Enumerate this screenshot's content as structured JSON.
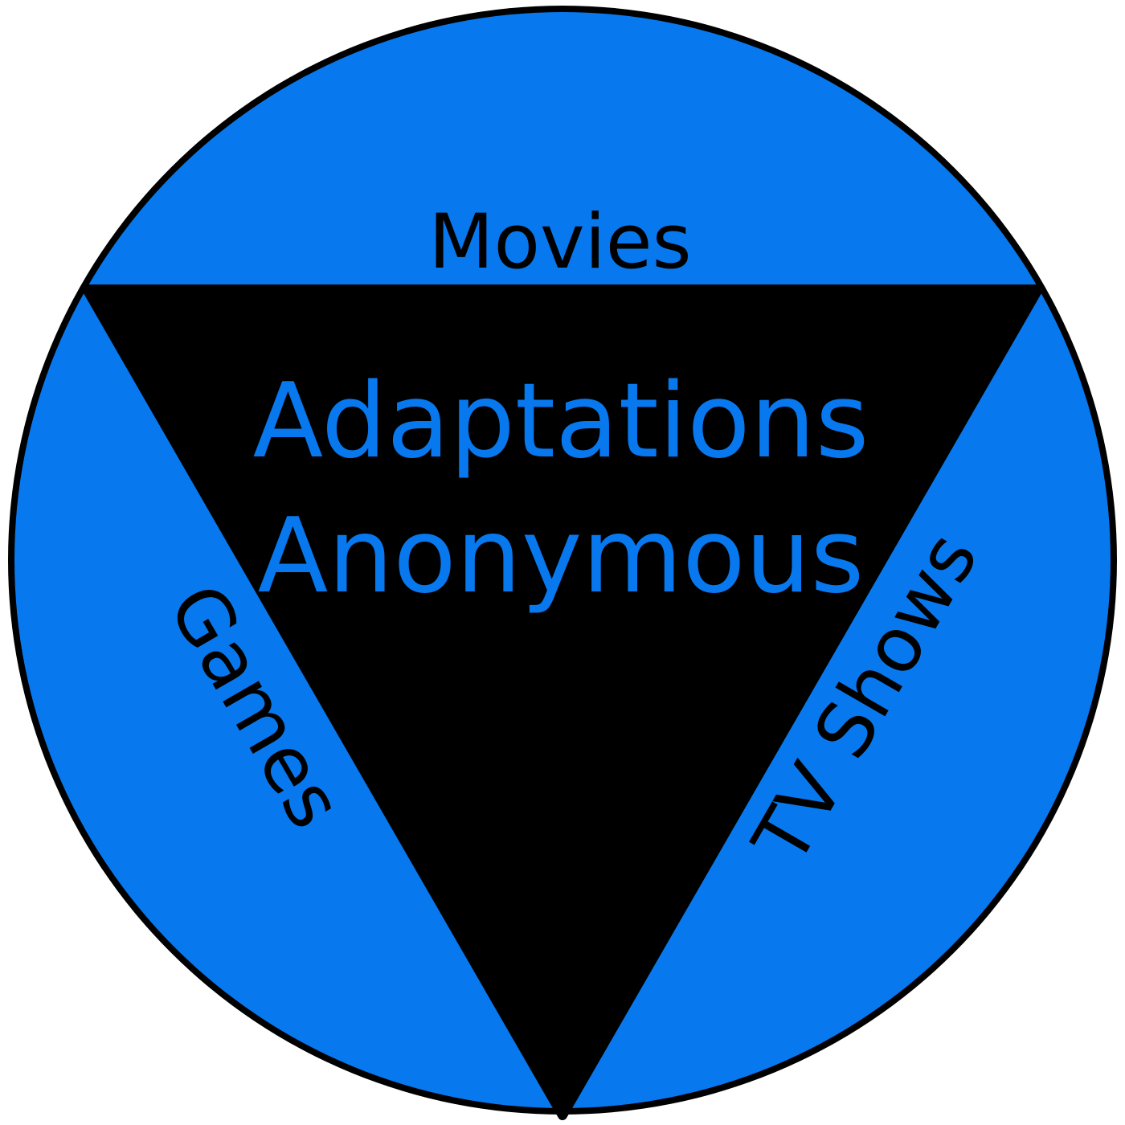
{
  "logo": {
    "title_line1": "Adaptations",
    "title_line2": "Anonymous",
    "segments": {
      "top": "Movies",
      "left": "Games",
      "right": "TV Shows"
    },
    "colors": {
      "blue": "#0878EE",
      "black": "#000000"
    }
  }
}
